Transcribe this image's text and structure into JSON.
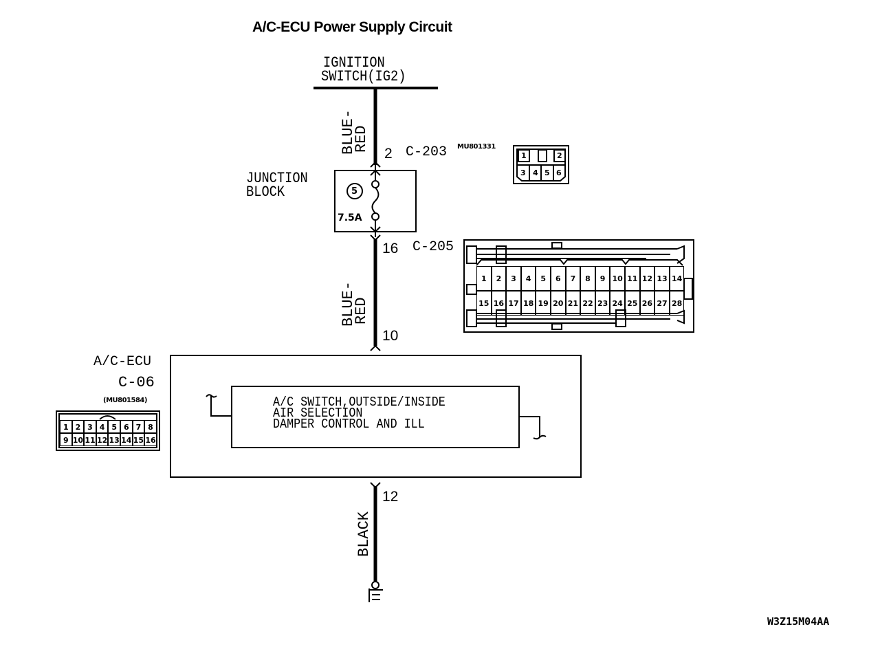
{
  "title": "A/C-ECU Power Supply Circuit",
  "ignition_switch": {
    "line1": "IGNITION",
    "line2": "SWITCH(IG2)"
  },
  "wires": {
    "upper": {
      "color_line1": "BLUE-",
      "color_line2": "RED"
    },
    "middle": {
      "color_line1": "BLUE-",
      "color_line2": "RED"
    },
    "ground": {
      "color": "BLACK"
    }
  },
  "connector_c203": {
    "name": "C-203",
    "pin": "2",
    "part_number": "MU801331",
    "pins": [
      "1",
      "2",
      "3",
      "4",
      "5",
      "6"
    ]
  },
  "junction_block": {
    "line1": "JUNCTION",
    "line2": "BLOCK",
    "fuse_number": "5",
    "fuse_rating": "7.5A"
  },
  "connector_c205": {
    "name": "C-205",
    "pin": "16",
    "pins_row1": [
      "1",
      "2",
      "3",
      "4",
      "5",
      "6",
      "7",
      "8",
      "9",
      "10",
      "11",
      "12",
      "13",
      "14"
    ],
    "pins_row2": [
      "15",
      "16",
      "17",
      "18",
      "19",
      "20",
      "21",
      "22",
      "23",
      "24",
      "25",
      "26",
      "27",
      "28"
    ]
  },
  "ecu": {
    "name": "A/C-ECU",
    "connector": "C-06",
    "part_number": "(MU801584)",
    "input_pin": "10",
    "ground_pin": "12",
    "function_line1": "A/C SWITCH,OUTSIDE/INSIDE",
    "function_line2": "AIR SELECTION",
    "function_line3": "DAMPER CONTROL AND ILL",
    "pins_row1": [
      "1",
      "2",
      "3",
      "4",
      "5",
      "6",
      "7",
      "8"
    ],
    "pins_row2": [
      "9",
      "10",
      "11",
      "12",
      "13",
      "14",
      "15",
      "16"
    ]
  },
  "drawing_code": "W3Z15M04AA",
  "colors": {
    "line": "#000000",
    "background": "#ffffff"
  }
}
